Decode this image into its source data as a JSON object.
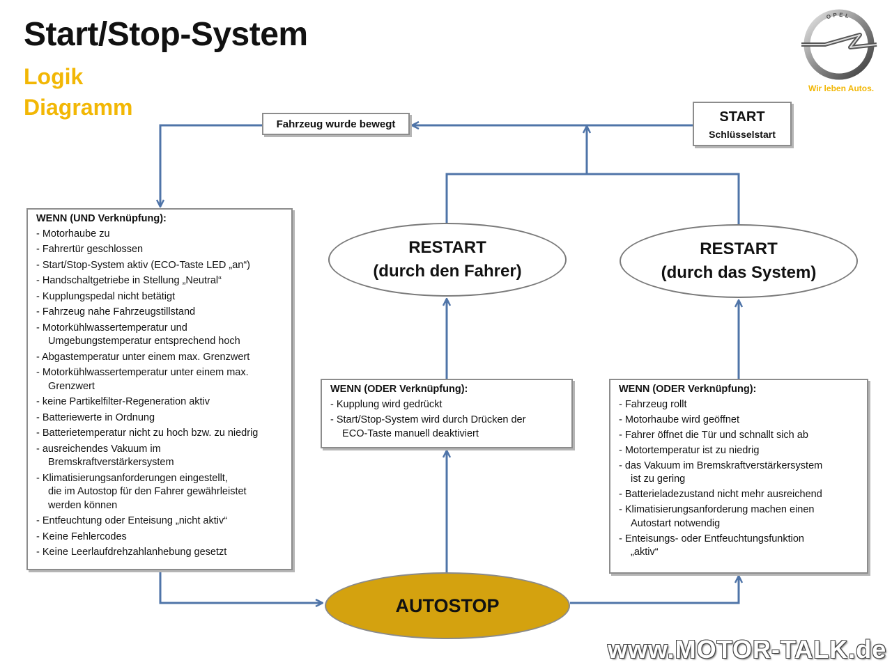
{
  "header": {
    "title": "Start/Stop-System",
    "subtitle_line1": "Logik",
    "subtitle_line2": "Diagramm"
  },
  "brand": {
    "logo_text": "OPEL",
    "slogan": "Wir leben Autos.",
    "accent_color": "#f2b705"
  },
  "nodes": {
    "vehicle_moved": "Fahrzeug wurde bewegt",
    "start": {
      "title": "START",
      "subtitle": "Schlüsselstart"
    },
    "restart_driver": {
      "line1": "RESTART",
      "line2": "(durch den Fahrer)"
    },
    "restart_system": {
      "line1": "RESTART",
      "line2": "(durch das System)"
    },
    "autostop": {
      "label": "AUTOSTOP",
      "fill_color": "#d4a20f"
    }
  },
  "conditions_and": {
    "header": "WENN (UND Verknüpfung):",
    "items": [
      "- Motorhaube zu",
      "- Fahrertür geschlossen",
      "- Start/Stop-System aktiv  (ECO-Taste LED „an“)",
      "- Handschaltgetriebe in Stellung „Neutral“",
      "- Kupplungspedal nicht betätigt",
      "- Fahrzeug nahe Fahrzeugstillstand",
      "- Motorkühlwassertemperatur und\nUmgebungstemperatur entsprechend hoch",
      "- Abgastemperatur unter einem max. Grenzwert",
      "- Motorkühlwassertemperatur unter einem max.\nGrenzwert",
      "- keine Partikelfilter-Regeneration aktiv",
      "- Batteriewerte in Ordnung",
      "- Batterietemperatur nicht zu hoch bzw. zu niedrig",
      "- ausreichendes Vakuum im\nBremskraftverstärkersystem",
      "- Klimatisierungsanforderungen eingestellt,\ndie im Autostop für den Fahrer gewährleistet\nwerden können",
      "- Entfeuchtung oder Enteisung „nicht aktiv“",
      "- Keine Fehlercodes",
      "- Keine Leerlaufdrehzahlanhebung gesetzt"
    ]
  },
  "conditions_or_driver": {
    "header": "WENN (ODER Verknüpfung):",
    "items": [
      "- Kupplung wird gedrückt",
      "- Start/Stop-System wird durch Drücken der\nECO-Taste manuell deaktiviert"
    ]
  },
  "conditions_or_system": {
    "header": "WENN (ODER Verknüpfung):",
    "items": [
      "- Fahrzeug rollt",
      "- Motorhaube wird geöffnet",
      "- Fahrer öffnet die Tür und  schnallt sich ab",
      "- Motortemperatur ist zu niedrig",
      "- das Vakuum im Bremskraftverstärkersystem\nist zu gering",
      "- Batterieladezustand nicht mehr ausreichend",
      "- Klimatisierungsanforderung machen einen\nAutostart notwendig",
      "- Enteisungs- oder Entfeuchtungsfunktion\n„aktiv“"
    ]
  },
  "watermark": "www.MOTOR-TALK.de",
  "connector_color": "#4f74a8"
}
